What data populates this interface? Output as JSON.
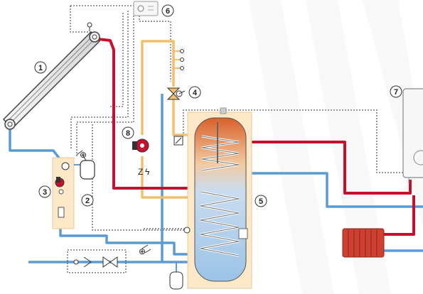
{
  "components": [
    {
      "id": "1",
      "label": "1",
      "name": "solar-collector"
    },
    {
      "id": "2",
      "label": "2",
      "name": "expansion-vessel"
    },
    {
      "id": "3",
      "label": "3",
      "name": "solar-pump-station"
    },
    {
      "id": "4",
      "label": "4",
      "name": "three-way-valve"
    },
    {
      "id": "5",
      "label": "5",
      "name": "storage-tank"
    },
    {
      "id": "6",
      "label": "6",
      "name": "solar-controller"
    },
    {
      "id": "7",
      "label": "7",
      "name": "boiler"
    },
    {
      "id": "8",
      "label": "8",
      "name": "circulation-pump"
    }
  ],
  "symbols": {
    "z_symbol": "Z"
  },
  "colors": {
    "hot": "#c8102e",
    "cold": "#5b9bd5",
    "circulation": "#f0c070",
    "tank_top": "#e07a3a",
    "tank_bottom": "#a9cde8",
    "enclosure": "#fde8c8",
    "wire": "#333333"
  }
}
